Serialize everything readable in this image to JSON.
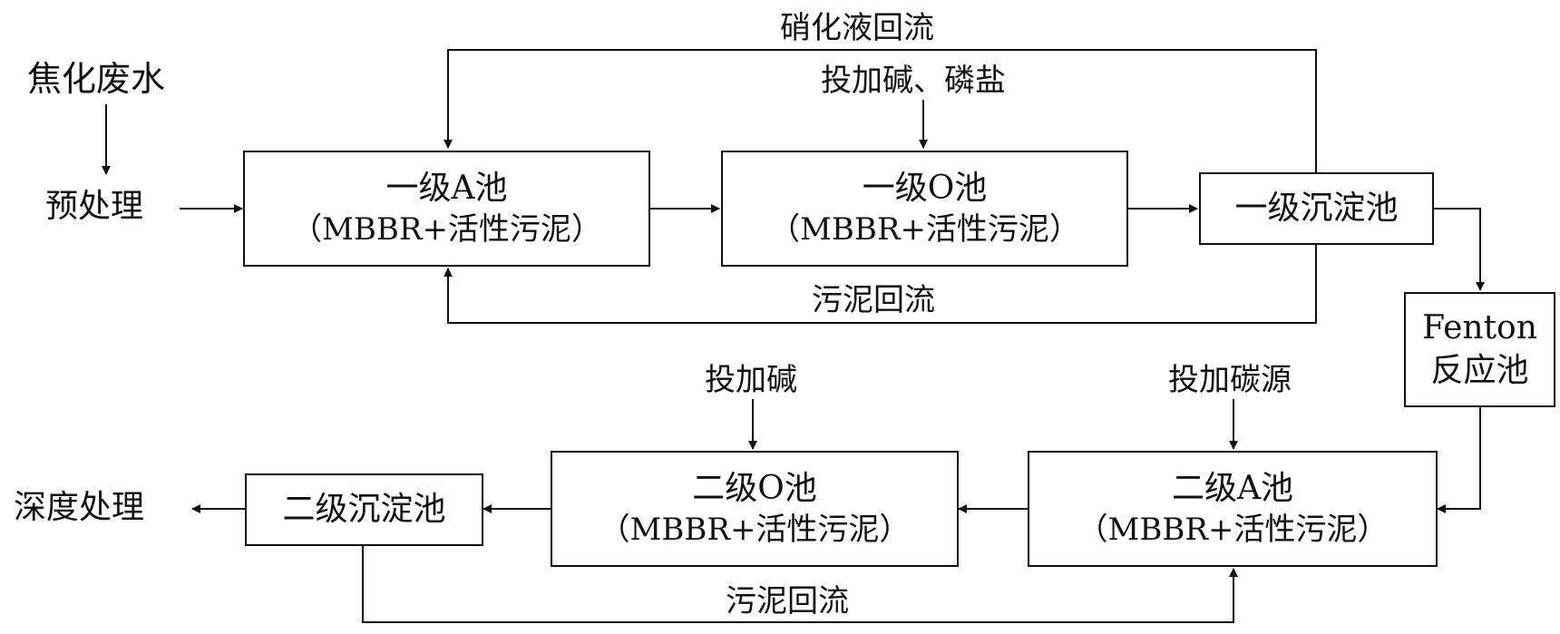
{
  "inputs": {
    "source": "焦化废水",
    "pretreat": "预处理",
    "final": "深度处理"
  },
  "boxes": {
    "a1": {
      "line1": "一级A池",
      "line2": "（MBBR+活性污泥）"
    },
    "o1": {
      "line1": "一级O池",
      "line2": "（MBBR+活性污泥）"
    },
    "clarifier1": {
      "line1": "一级沉淀池"
    },
    "fenton": {
      "line1": "Fenton",
      "line2": "反应池"
    },
    "a2": {
      "line1": "二级A池",
      "line2": "（MBBR+活性污泥）"
    },
    "o2": {
      "line1": "二级O池",
      "line2": "（MBBR+活性污泥）"
    },
    "clarifier2": {
      "line1": "二级沉淀池"
    }
  },
  "labels": {
    "nitrate_return": "硝化液回流",
    "dose_alkali_phosphate": "投加碱、磷盐",
    "sludge_return_1": "污泥回流",
    "dose_alkali": "投加碱",
    "dose_carbon": "投加碳源",
    "sludge_return_2": "污泥回流"
  }
}
